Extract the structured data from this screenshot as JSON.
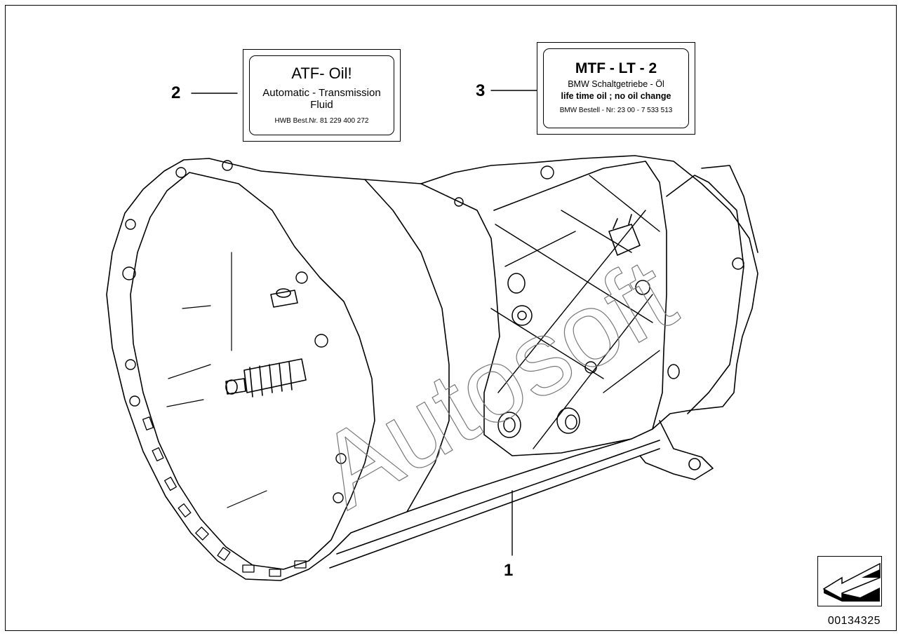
{
  "callouts": {
    "item_1": "1",
    "item_2": "2",
    "item_3": "3"
  },
  "label_atf": {
    "title": "ATF- Oil!",
    "line1": "Automatic - Transmission",
    "line2": "Fluid",
    "part_no": "HWB Best.Nr. 81 229 400 272"
  },
  "label_mtf": {
    "title": "MTF - LT - 2",
    "line1": "BMW Schaltgetriebe - Öl",
    "line2": "life time oil ; no oil change",
    "part_no": "BMW Bestell - Nr:  23 00 - 7 533 513"
  },
  "watermark": "Autosoft",
  "document_number": "00134325",
  "icons": {
    "nav": "arrow-down-left-icon"
  }
}
